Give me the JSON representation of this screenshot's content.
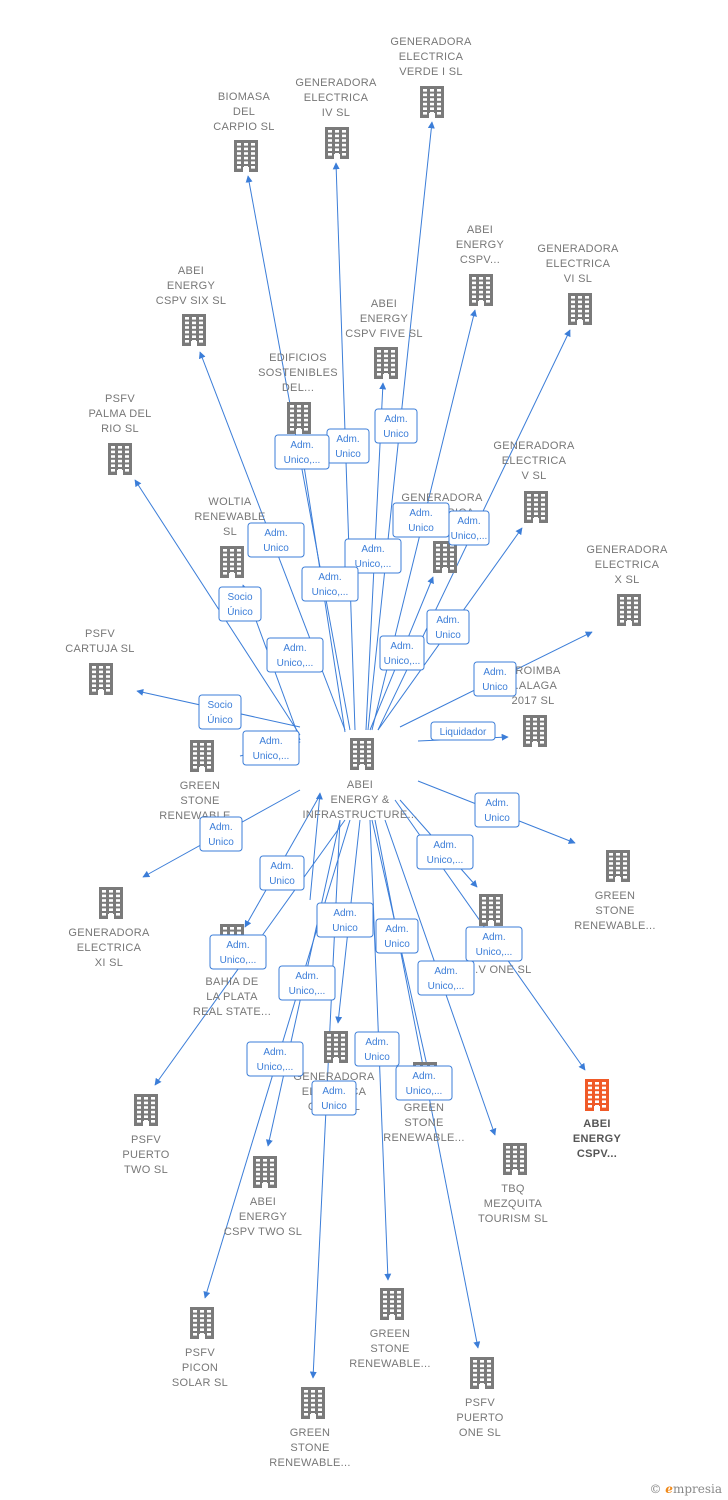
{
  "colors": {
    "node": "#7a7a7a",
    "highlight": "#f05a28",
    "edge": "#3b7dd8"
  },
  "center": {
    "id": "center",
    "label": [
      "ABEI",
      "ENERGY &",
      "INFRASTRUCTURE..."
    ]
  },
  "nodes": [
    {
      "id": "verde1",
      "label": [
        "GENERADORA",
        "ELECTRICA",
        "VERDE I  SL"
      ]
    },
    {
      "id": "gen4",
      "label": [
        "GENERADORA",
        "ELECTRICA",
        "IV  SL"
      ]
    },
    {
      "id": "biomasa",
      "label": [
        "BIOMASA",
        "DEL",
        "CARPIO  SL"
      ]
    },
    {
      "id": "abeicspv_top",
      "label": [
        "ABEI",
        "ENERGY",
        "CSPV..."
      ]
    },
    {
      "id": "gen6",
      "label": [
        "GENERADORA",
        "ELECTRICA",
        "VI  SL"
      ]
    },
    {
      "id": "cspv6",
      "label": [
        "ABEI",
        "ENERGY",
        "CSPV SIX  SL"
      ]
    },
    {
      "id": "cspv5",
      "label": [
        "ABEI",
        "ENERGY",
        "CSPV FIVE  SL"
      ]
    },
    {
      "id": "edificios",
      "label": [
        "EDIFICIOS",
        "SOSTENIBLES",
        "DEL..."
      ]
    },
    {
      "id": "palma",
      "label": [
        "PSFV",
        "PALMA DEL",
        "RIO  SL"
      ]
    },
    {
      "id": "gen5",
      "label": [
        "GENERADORA",
        "ELECTRICA",
        "V  SL"
      ]
    },
    {
      "id": "woltia",
      "label": [
        "WOLTIA",
        "RENEWABLE",
        "SL"
      ]
    },
    {
      "id": "genmid",
      "label": [
        "GENERADORA",
        "ELECTRICA",
        ""
      ]
    },
    {
      "id": "gen10",
      "label": [
        "GENERADORA",
        "ELECTRICA",
        "X  SL"
      ]
    },
    {
      "id": "cartuja",
      "label": [
        "PSFV",
        "CARTUJA  SL"
      ]
    },
    {
      "id": "malaga",
      "label": [
        "...ROIMBA",
        "...ALAGA",
        "2017  SL"
      ]
    },
    {
      "id": "gs_left",
      "label": [
        "GREEN",
        "STONE",
        "RENEWABLE..."
      ]
    },
    {
      "id": "gs_right",
      "label": [
        "GREEN",
        "STONE",
        "RENEWABLE..."
      ]
    },
    {
      "id": "gen11",
      "label": [
        "GENERADORA",
        "ELECTRICA",
        "XI  SL"
      ]
    },
    {
      "id": "vone",
      "label": [
        "...V ONE  SL"
      ]
    },
    {
      "id": "bahia",
      "label": [
        "BAHIA DE",
        "LA PLATA",
        "REAL STATE..."
      ]
    },
    {
      "id": "hl",
      "label": [
        "ABEI",
        "ENERGY",
        "CSPV..."
      ],
      "highlight": true
    },
    {
      "id": "gengre",
      "label": [
        "GENERADORA",
        "ELECTRICA",
        "GRE...  SL"
      ]
    },
    {
      "id": "gs_mid",
      "label": [
        "GREEN",
        "STONE",
        "RENEWABLE..."
      ]
    },
    {
      "id": "puerto2",
      "label": [
        "PSFV",
        "PUERTO",
        "TWO  SL"
      ]
    },
    {
      "id": "tbq",
      "label": [
        "TBQ",
        "MEZQUITA",
        "TOURISM  SL"
      ]
    },
    {
      "id": "cspv2",
      "label": [
        "ABEI",
        "ENERGY",
        "CSPV TWO  SL"
      ]
    },
    {
      "id": "gs_low",
      "label": [
        "GREEN",
        "STONE",
        "RENEWABLE..."
      ]
    },
    {
      "id": "picon",
      "label": [
        "PSFV",
        "PICON",
        "SOLAR  SL"
      ]
    },
    {
      "id": "puerto1",
      "label": [
        "PSFV",
        "PUERTO",
        "ONE  SL"
      ]
    },
    {
      "id": "gs_bottom",
      "label": [
        "GREEN",
        "STONE",
        "RENEWABLE..."
      ]
    }
  ],
  "roles": [
    {
      "id": "r1",
      "lines": [
        "Adm.",
        "Unico"
      ]
    },
    {
      "id": "r2",
      "lines": [
        "Adm.",
        "Unico"
      ]
    },
    {
      "id": "r3",
      "lines": [
        "Adm.",
        "Unico,..."
      ]
    },
    {
      "id": "r4",
      "lines": [
        "Adm.",
        "Unico"
      ]
    },
    {
      "id": "r5",
      "lines": [
        "Adm.",
        "Unico,..."
      ]
    },
    {
      "id": "r6",
      "lines": [
        "Adm.",
        "Unico"
      ]
    },
    {
      "id": "r7",
      "lines": [
        "Adm.",
        "Unico,..."
      ]
    },
    {
      "id": "r8",
      "lines": [
        "Adm.",
        "Unico,..."
      ]
    },
    {
      "id": "r9",
      "lines": [
        "Adm.",
        "Unico,..."
      ]
    },
    {
      "id": "r10",
      "lines": [
        "Socio",
        "Único"
      ]
    },
    {
      "id": "r11",
      "lines": [
        "Adm.",
        "Unico"
      ]
    },
    {
      "id": "r12",
      "lines": [
        "Adm.",
        "Unico,..."
      ]
    },
    {
      "id": "r13",
      "lines": [
        "Adm.",
        "Unico"
      ]
    },
    {
      "id": "r14",
      "lines": [
        "Adm.",
        "Unico"
      ]
    },
    {
      "id": "r15",
      "lines": [
        "Socio",
        "Único"
      ]
    },
    {
      "id": "r16",
      "lines": [
        "Liquidador"
      ]
    },
    {
      "id": "r17",
      "lines": [
        "Adm.",
        "Unico,..."
      ]
    },
    {
      "id": "r18",
      "lines": [
        "Adm.",
        "Unico"
      ]
    },
    {
      "id": "r19",
      "lines": [
        "Adm.",
        "Unico"
      ]
    },
    {
      "id": "r20",
      "lines": [
        "Adm.",
        "Unico,..."
      ]
    },
    {
      "id": "r21",
      "lines": [
        "Adm.",
        "Unico"
      ]
    },
    {
      "id": "r22",
      "lines": [
        "Adm.",
        "Unico,..."
      ]
    },
    {
      "id": "r23",
      "lines": [
        "Adm.",
        "Unico"
      ]
    },
    {
      "id": "r24",
      "lines": [
        "Adm.",
        "Unico,..."
      ]
    },
    {
      "id": "r25",
      "lines": [
        "Adm.",
        "Unico,..."
      ]
    },
    {
      "id": "r26",
      "lines": [
        "Adm.",
        "Unico,..."
      ]
    },
    {
      "id": "r27",
      "lines": [
        "Adm.",
        "Unico,..."
      ]
    },
    {
      "id": "r28",
      "lines": [
        "Adm.",
        "Unico"
      ]
    },
    {
      "id": "r29",
      "lines": [
        "Adm.",
        "Unico,..."
      ]
    },
    {
      "id": "r30",
      "lines": [
        "Adm.",
        "Unico"
      ]
    }
  ],
  "footer": {
    "copyright": "©",
    "brand_initial": "e",
    "brand_rest": "mpresia"
  }
}
